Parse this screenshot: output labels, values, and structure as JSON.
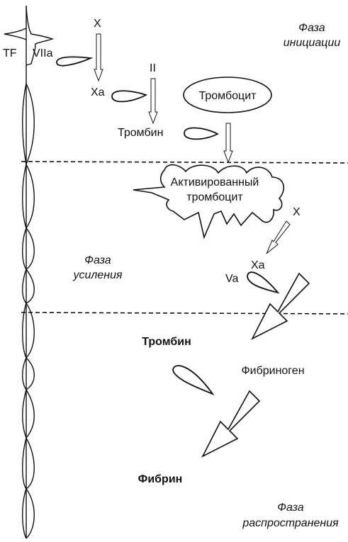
{
  "colors": {
    "ink": "#111111",
    "background": "#ffffff"
  },
  "labels": {
    "tf": "TF",
    "viia": "VIIa",
    "x_top": "X",
    "xa_top": "Xa",
    "ii": "II",
    "thrombin_1": "Тромбин",
    "platelet": "Тромбоцит",
    "activated_platelet_line1": "Активированный",
    "activated_platelet_line2": "тромбоцит",
    "x_right": "X",
    "xa_right": "Xa",
    "va": "Va",
    "thrombin_2": "Тромбин",
    "fibrinogen": "Фибриноген",
    "fibrin": "Фибрин"
  },
  "phases": {
    "initiation_line1": "Фаза",
    "initiation_line2": "инициации",
    "amplification_line1": "Фаза",
    "amplification_line2": "усиления",
    "propagation_line1": "Фаза",
    "propagation_line2": "распространения"
  }
}
